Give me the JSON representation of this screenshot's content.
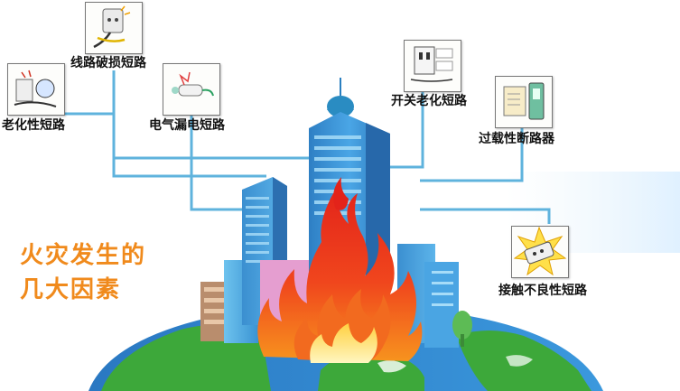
{
  "title": {
    "line1": "火灾发生的",
    "line2": "几大因素"
  },
  "factors": [
    {
      "id": "line-damage",
      "label": "线路破损短路",
      "icon": "damaged-plug-icon"
    },
    {
      "id": "aging",
      "label": "老化性短路",
      "icon": "aged-wiring-icon"
    },
    {
      "id": "leakage",
      "label": "电气漏电短路",
      "icon": "electric-leak-icon"
    },
    {
      "id": "switch-aging",
      "label": "开关老化短路",
      "icon": "switch-panel-icon"
    },
    {
      "id": "overload",
      "label": "过载性断路器",
      "icon": "circuit-breaker-icon"
    },
    {
      "id": "bad-contact",
      "label": "接触不良性短路",
      "icon": "sparking-socket-icon"
    }
  ],
  "colors": {
    "title": "#f08a1c",
    "connector": "#5fb3dd",
    "building": "#3d98d8",
    "flame_outer": "#e8291c",
    "flame_inner": "#ffb41e",
    "earth_land": "#3da83a",
    "earth_sea": "#2f83cf"
  }
}
